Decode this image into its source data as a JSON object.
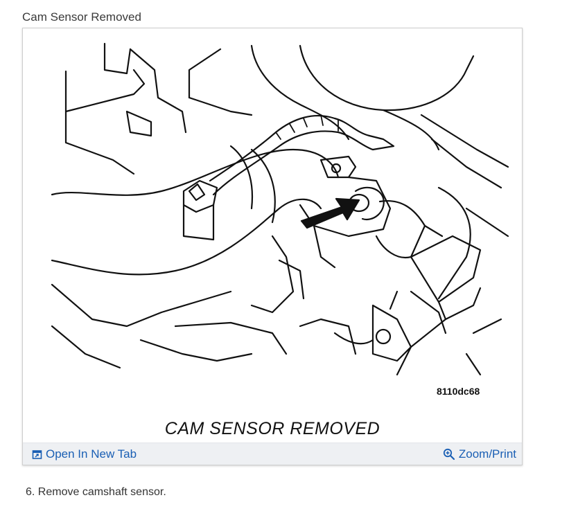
{
  "page": {
    "title": "Cam Sensor Removed",
    "step_text": "6. Remove camshaft sensor."
  },
  "figure": {
    "code": "8110dc68",
    "caption": "CAM SENSOR REMOVED",
    "open_tab_label": "Open In New Tab",
    "open_tab_icon": "open-in-new-tab-icon",
    "zoom_label": "Zoom/Print",
    "zoom_icon": "zoom-icon",
    "link_color": "#1a5fb4"
  }
}
